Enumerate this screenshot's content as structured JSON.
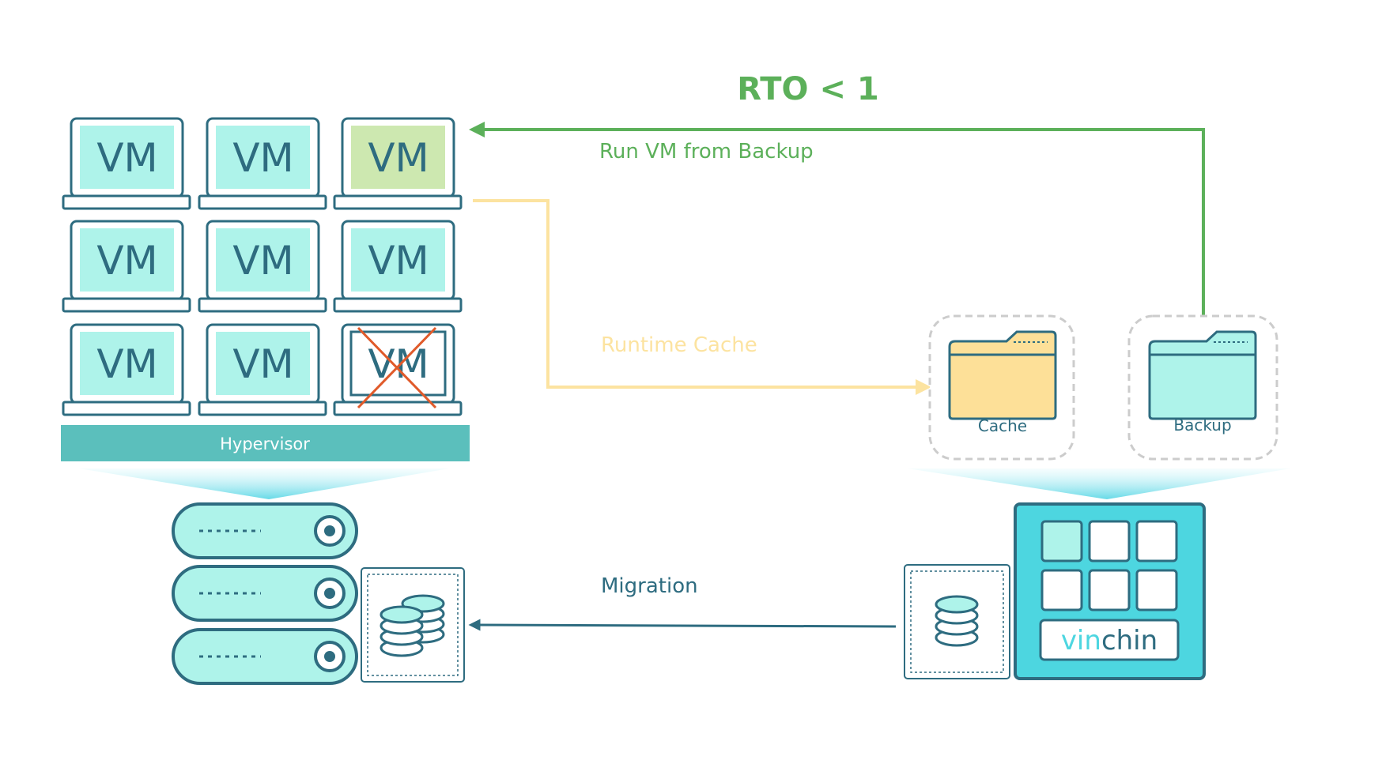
{
  "rto_label": "RTO  <  1",
  "flows": {
    "run_vm": "Run VM from Backup",
    "runtime_cache": "Runtime Cache",
    "migration": "Migration"
  },
  "hypervisor_label": "Hypervisor",
  "vm_label": "VM",
  "vms": [
    {
      "label": "VM",
      "state": "normal"
    },
    {
      "label": "VM",
      "state": "normal"
    },
    {
      "label": "VM",
      "state": "running-from-backup"
    },
    {
      "label": "VM",
      "state": "normal"
    },
    {
      "label": "VM",
      "state": "normal"
    },
    {
      "label": "VM",
      "state": "normal"
    },
    {
      "label": "VM",
      "state": "normal"
    },
    {
      "label": "VM",
      "state": "normal"
    },
    {
      "label": "VM",
      "state": "failed"
    }
  ],
  "folders": {
    "cache": "Cache",
    "backup": "Backup"
  },
  "brand": {
    "prefix": "vin",
    "suffix": "chin"
  },
  "colors": {
    "green": "#5cb05a",
    "yellow": "#fce3a0",
    "teal_dark": "#2e6c80",
    "mint": "#aef3ea",
    "hypervisor": "#5bbfbc",
    "vinchin_box": "#4dd6e0",
    "vm_highlight": "#cde8b0",
    "fail_cross": "#e05a2a"
  },
  "icons": [
    "server-icon",
    "database-icon",
    "folder-icon",
    "vinchin-appliance-icon"
  ]
}
